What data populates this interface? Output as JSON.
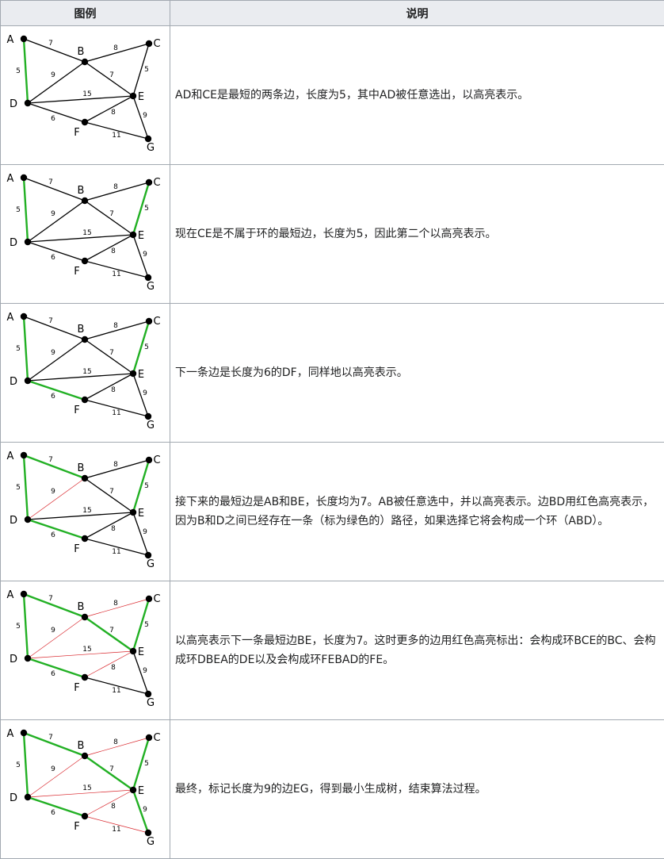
{
  "header": {
    "figure": "图例",
    "description": "说明"
  },
  "colors": {
    "normal": "#000000",
    "selected": "#22b024",
    "rejected": "#d9262c"
  },
  "graph": {
    "vertices": [
      "A",
      "B",
      "C",
      "D",
      "E",
      "F",
      "G"
    ],
    "edges": [
      {
        "id": "AB",
        "from": "A",
        "to": "B",
        "weight": "7"
      },
      {
        "id": "AD",
        "from": "A",
        "to": "D",
        "weight": "5"
      },
      {
        "id": "BC",
        "from": "B",
        "to": "C",
        "weight": "8"
      },
      {
        "id": "BD",
        "from": "B",
        "to": "D",
        "weight": "9"
      },
      {
        "id": "BE",
        "from": "B",
        "to": "E",
        "weight": "7"
      },
      {
        "id": "CE",
        "from": "C",
        "to": "E",
        "weight": "5"
      },
      {
        "id": "DE",
        "from": "D",
        "to": "E",
        "weight": "15"
      },
      {
        "id": "DF",
        "from": "D",
        "to": "F",
        "weight": "6"
      },
      {
        "id": "EF",
        "from": "E",
        "to": "F",
        "weight": "8"
      },
      {
        "id": "EG",
        "from": "E",
        "to": "G",
        "weight": "9"
      },
      {
        "id": "FG",
        "from": "F",
        "to": "G",
        "weight": "11"
      }
    ]
  },
  "steps": [
    {
      "selected": [
        "AD"
      ],
      "rejected": [],
      "text": "AD和CE是最短的两条边，长度为5，其中AD被任意选出，以高亮表示。"
    },
    {
      "selected": [
        "AD",
        "CE"
      ],
      "rejected": [],
      "text": "现在CE是不属于环的最短边，长度为5，因此第二个以高亮表示。"
    },
    {
      "selected": [
        "AD",
        "CE",
        "DF"
      ],
      "rejected": [],
      "text": "下一条边是长度为6的DF，同样地以高亮表示。"
    },
    {
      "selected": [
        "AD",
        "CE",
        "DF",
        "AB"
      ],
      "rejected": [
        "BD"
      ],
      "text": "接下来的最短边是AB和BE，长度均为7。AB被任意选中，并以高亮表示。边BD用红色高亮表示，因为B和D之间已经存在一条（标为绿色的）路径，如果选择它将会构成一个环（ABD）。"
    },
    {
      "selected": [
        "AD",
        "CE",
        "DF",
        "AB",
        "BE"
      ],
      "rejected": [
        "BD",
        "BC",
        "DE",
        "EF"
      ],
      "text": "以高亮表示下一条最短边BE，长度为7。这时更多的边用红色高亮标出：会构成环BCE的BC、会构成环DBEA的DE以及会构成环FEBAD的FE。"
    },
    {
      "selected": [
        "AD",
        "CE",
        "DF",
        "AB",
        "BE",
        "EG"
      ],
      "rejected": [
        "BD",
        "BC",
        "DE",
        "EF",
        "FG"
      ],
      "text": "最终，标记长度为9的边EG，得到最小生成树，结束算法过程。"
    }
  ]
}
